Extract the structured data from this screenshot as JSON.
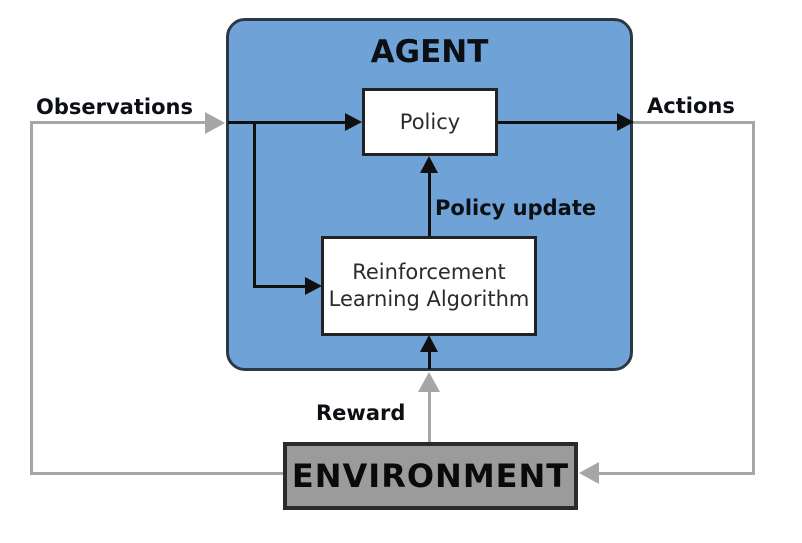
{
  "agent": {
    "title": "AGENT"
  },
  "policy": {
    "label": "Policy"
  },
  "rl_algorithm": {
    "line1": "Reinforcement",
    "line2": "Learning Algorithm"
  },
  "environment": {
    "label": "ENVIRONMENT"
  },
  "edges": {
    "observations": {
      "label": "Observations"
    },
    "actions": {
      "label": "Actions"
    },
    "reward": {
      "label": "Reward"
    },
    "policy_update": {
      "label": "Policy update"
    }
  },
  "colors": {
    "agent_fill": "#6fa3d8",
    "agent_border": "#2c3945",
    "box_border": "#222222",
    "environment_fill": "#9b9b9b",
    "environment_border": "#2b2b2b",
    "gray_line": "#a6a6a6",
    "black_line": "#101010",
    "label_color": "#0c0f14",
    "box_text": "#2b2b2b"
  }
}
